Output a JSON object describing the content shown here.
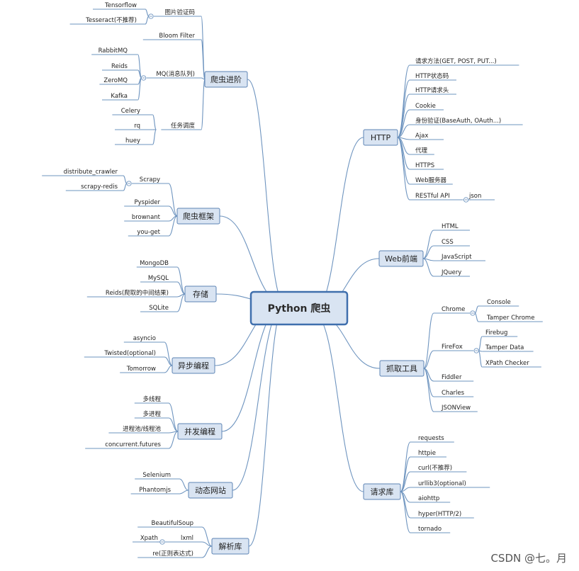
{
  "center": {
    "label": "Python 爬虫"
  },
  "watermark": "CSDN @七。月",
  "colors": {
    "line": "#6e94bf",
    "box_fill": "#d9e4f2",
    "box_stroke": "#5d84b4",
    "center_stroke": "#3f6fad"
  },
  "branches": [
    {
      "key": "jinjie",
      "label": "爬虫进阶",
      "side": "left",
      "children": [
        {
          "label": "图片验证码",
          "collapse": true,
          "children": [
            {
              "label": "Tensorflow"
            },
            {
              "label": "Tesseract(不推荐)"
            }
          ]
        },
        {
          "label": "Bloom Filter"
        },
        {
          "label": "MQ(消息队列)",
          "collapse": true,
          "children": [
            {
              "label": "RabbitMQ"
            },
            {
              "label": "Reids"
            },
            {
              "label": "ZeroMQ"
            },
            {
              "label": "Kafka"
            }
          ]
        },
        {
          "label": "任务调度",
          "children": [
            {
              "label": "Celery"
            },
            {
              "label": "rq"
            },
            {
              "label": "huey"
            }
          ]
        }
      ]
    },
    {
      "key": "kuangjia",
      "label": "爬虫框架",
      "side": "left",
      "children": [
        {
          "label": "Scrapy",
          "collapse": true,
          "children": [
            {
              "label": "distribute_crawler"
            },
            {
              "label": "scrapy-redis"
            }
          ]
        },
        {
          "label": "Pyspider"
        },
        {
          "label": "brownant"
        },
        {
          "label": "you-get"
        }
      ]
    },
    {
      "key": "cunchu",
      "label": "存储",
      "side": "left",
      "children": [
        {
          "label": "MongoDB"
        },
        {
          "label": "MySQL"
        },
        {
          "label": "Reids(爬取的中间结果)"
        },
        {
          "label": "SQLite"
        }
      ]
    },
    {
      "key": "yibu",
      "label": "异步编程",
      "side": "left",
      "children": [
        {
          "label": "asyncio"
        },
        {
          "label": "Twisted(optional)"
        },
        {
          "label": "Tomorrow"
        }
      ]
    },
    {
      "key": "bingfa",
      "label": "并发编程",
      "side": "left",
      "children": [
        {
          "label": "多线程"
        },
        {
          "label": "多进程"
        },
        {
          "label": "进程池/线程池"
        },
        {
          "label": "concurrent.futures"
        }
      ]
    },
    {
      "key": "dongtai",
      "label": "动态网站",
      "side": "left",
      "children": [
        {
          "label": "Selenium"
        },
        {
          "label": "Phantomjs"
        }
      ]
    },
    {
      "key": "jiexi",
      "label": "解析库",
      "side": "left",
      "children": [
        {
          "label": "BeautifulSoup"
        },
        {
          "label": "lxml",
          "collapse": true,
          "children": [
            {
              "label": "Xpath"
            }
          ]
        },
        {
          "label": "re(正则表达式)"
        }
      ]
    },
    {
      "key": "http",
      "label": "HTTP",
      "side": "right",
      "children": [
        {
          "label": "请求方法(GET, POST, PUT...)"
        },
        {
          "label": "HTTP状态码"
        },
        {
          "label": "HTTP请求头"
        },
        {
          "label": "Cookie"
        },
        {
          "label": "身份验证(BaseAuth, OAuth...)"
        },
        {
          "label": "Ajax"
        },
        {
          "label": "代理"
        },
        {
          "label": "HTTPS"
        },
        {
          "label": "Web服务器"
        },
        {
          "label": "RESTful API",
          "collapse": true,
          "children": [
            {
              "label": "json"
            }
          ]
        }
      ]
    },
    {
      "key": "web",
      "label": "Web前端",
      "side": "right",
      "children": [
        {
          "label": "HTML"
        },
        {
          "label": "CSS"
        },
        {
          "label": "JavaScript"
        },
        {
          "label": "JQuery"
        }
      ]
    },
    {
      "key": "zhuaqu",
      "label": "抓取工具",
      "side": "right",
      "children": [
        {
          "label": "Chrome",
          "collapse": true,
          "children": [
            {
              "label": "Console"
            },
            {
              "label": "Tamper Chrome"
            }
          ]
        },
        {
          "label": "FireFox",
          "collapse": true,
          "children": [
            {
              "label": "Firebug"
            },
            {
              "label": "Tamper Data"
            },
            {
              "label": "XPath Checker"
            }
          ]
        },
        {
          "label": "Fiddler"
        },
        {
          "label": "Charles"
        },
        {
          "label": "JSONView"
        }
      ]
    },
    {
      "key": "qingqiu",
      "label": "请求库",
      "side": "right",
      "children": [
        {
          "label": "requests"
        },
        {
          "label": "httpie"
        },
        {
          "label": "curl(不推荐)"
        },
        {
          "label": "urllib3(optional)"
        },
        {
          "label": "aiohttp"
        },
        {
          "label": "hyper(HTTP/2)"
        },
        {
          "label": "tornado"
        }
      ]
    }
  ]
}
